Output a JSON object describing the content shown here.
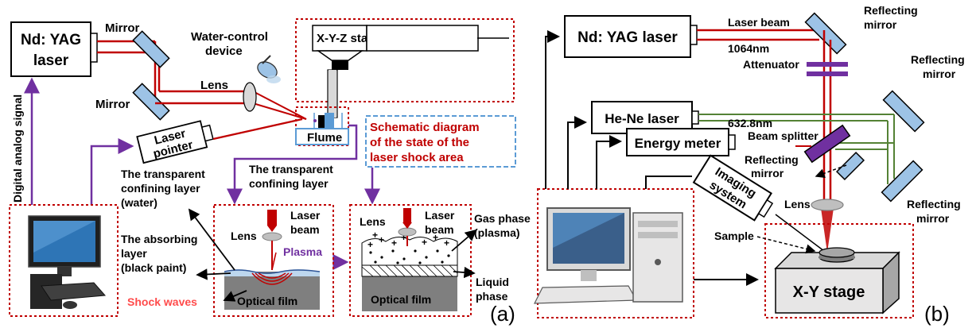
{
  "panel_a": {
    "nd_yag_line1": "Nd: YAG",
    "nd_yag_line2": "laser",
    "mirror_top": "Mirror",
    "mirror_bottom": "Mirror",
    "water_control_line1": "Water-control",
    "water_control_line2": "device",
    "xyz_stage": "X-Y-Z stage control",
    "lens": "Lens",
    "flume": "Flume",
    "laser_pointer_line1": "Laser",
    "laser_pointer_line2": "pointer",
    "digital_signal": "Digital analog signal",
    "schematic_line1": "Schematic diagram",
    "schematic_line2": "of the state of the",
    "schematic_line3": "laser shock area",
    "confining_left_line1": "The transparent",
    "confining_left_line2": "confining layer",
    "confining_left_line3": "(water)",
    "confining_mid_line1": "The transparent",
    "confining_mid_line2": "confining layer",
    "absorbing_line1": "The absorbing",
    "absorbing_line2": "layer",
    "absorbing_line3": "(black paint)",
    "shock_waves": "Shock waves",
    "inset1_lens": "Lens",
    "inset1_laser_line1": "Laser",
    "inset1_laser_line2": "beam",
    "plasma": "Plasma",
    "optical_film_1": "Optical film",
    "inset2_lens": "Lens",
    "inset2_laser_line1": "Laser",
    "inset2_laser_line2": "beam",
    "gas_phase_line1": "Gas phase",
    "gas_phase_line2": "(plasma)",
    "liquid_phase_line1": "Liquid",
    "liquid_phase_line2": "phase",
    "optical_film_2": "Optical film",
    "label": "(a)"
  },
  "panel_b": {
    "nd_yag": "Nd: YAG laser",
    "laser_beam": "Laser beam",
    "wavelength_1064": "1064nm",
    "reflecting_mirror_1_line1": "Reflecting",
    "reflecting_mirror_1_line2": "mirror",
    "attenuator": "Attenuator",
    "reflecting_mirror_2_line1": "Reflecting",
    "reflecting_mirror_2_line2": "mirror",
    "he_ne": "He-Ne laser",
    "wavelength_632": "632.8nm",
    "beam_splitter": "Beam splitter",
    "energy_meter": "Energy meter",
    "reflecting_mirror_3_line1": "Reflecting",
    "reflecting_mirror_3_line2": "mirror",
    "imaging_line1": "Imaging",
    "imaging_line2": "system",
    "lens": "Lens",
    "reflecting_mirror_4_line1": "Reflecting",
    "reflecting_mirror_4_line2": "mirror",
    "sample": "Sample",
    "xy_stage": "X-Y stage",
    "label": "(b)"
  },
  "colors": {
    "laser_red": "#c00000",
    "purple": "#7030a0",
    "green": "#548235",
    "mirror_blue": "#9dc3e6",
    "dotted_red": "#c00000",
    "dashed_blue": "#5b9bd5"
  }
}
